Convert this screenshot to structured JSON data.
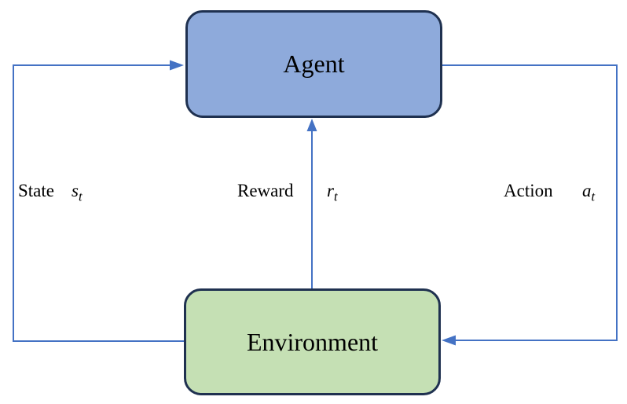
{
  "diagram": {
    "type": "flow-loop",
    "background": "#FFFFFF",
    "arrow_color": "#4472C4",
    "nodes": {
      "agent": {
        "label": "Agent",
        "fill": "#8EAADB",
        "border": "#1F3150"
      },
      "environment": {
        "label": "Environment",
        "fill": "#C5E0B4",
        "border": "#1F3150"
      }
    },
    "edges": {
      "state": {
        "label": "State",
        "variable": "s",
        "subscript": "t",
        "from": "environment",
        "to": "agent"
      },
      "reward": {
        "label": "Reward",
        "variable": "r",
        "subscript": "t",
        "from": "environment",
        "to": "agent"
      },
      "action": {
        "label": "Action",
        "variable": "a",
        "subscript": "t",
        "from": "agent",
        "to": "environment"
      }
    }
  }
}
